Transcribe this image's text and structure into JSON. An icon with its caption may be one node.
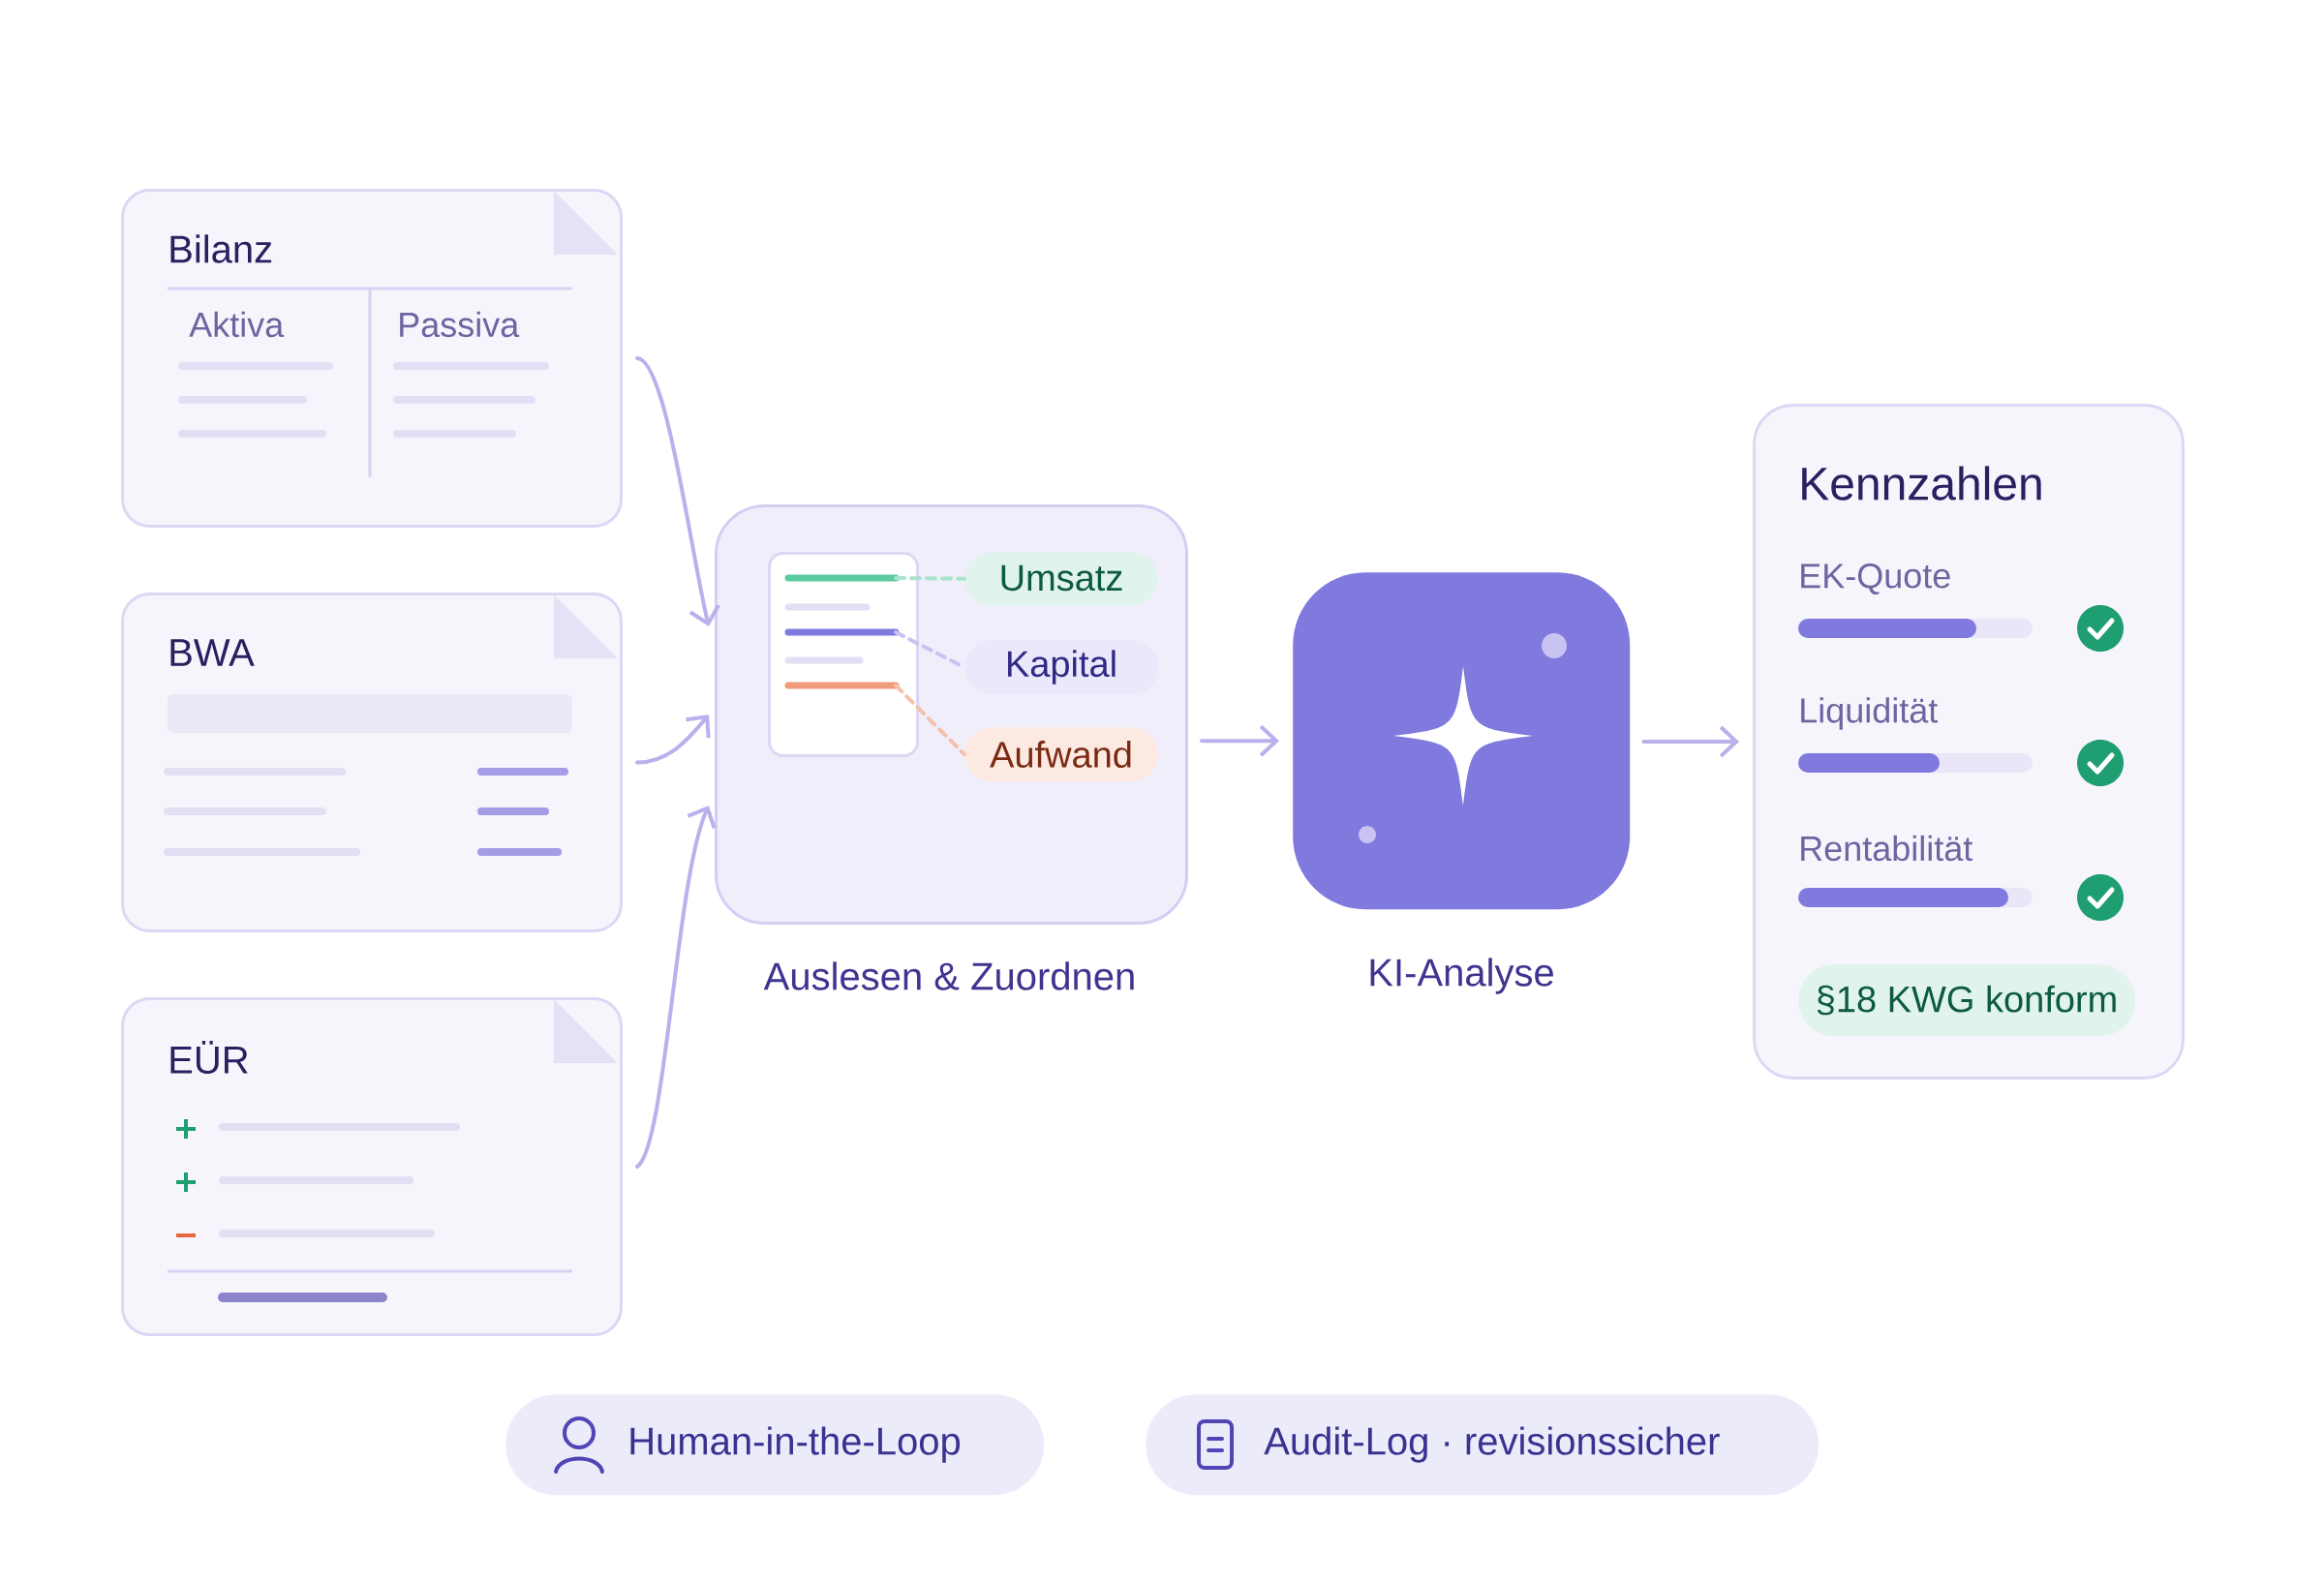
{
  "diagram": {
    "nodes": [
      {
        "text": [
          "Bilanz",
          "Aktiva",
          "Passiva"
        ]
      },
      {
        "text": [
          "BWA"
        ]
      },
      {
        "text": [
          "EÜR"
        ]
      },
      {
        "text": [],
        "shape": "box",
        "beside": [
          "Auslesen & Zuordnen"
        ]
      },
      {
        "text": [],
        "shape": "box",
        "in": 3
      },
      {
        "text": [
          "Umsatz"
        ],
        "in": 3
      },
      {
        "text": [
          "Kapital"
        ],
        "in": 3
      },
      {
        "text": [
          "Aufwand"
        ],
        "in": 3
      },
      {
        "text": [],
        "shape": "box",
        "beside": [
          "KI-Analyse"
        ]
      },
      {
        "text": [
          "Kennzahlen",
          "EK-Quote",
          "Liquidität",
          "Rentabilität"
        ]
      },
      {
        "text": [
          "§18 KWG konform"
        ],
        "in": 9
      },
      {
        "text": [
          "Human-in-the-Loop"
        ]
      },
      {
        "text": [
          "Audit-Log · revisionssicher"
        ]
      }
    ],
    "edges": [
      {
        "from": 0,
        "to": 3,
        "arrow": "to"
      },
      {
        "from": 1,
        "to": 3,
        "arrow": "to"
      },
      {
        "from": 2,
        "to": 3,
        "arrow": "to"
      },
      {
        "from": 4,
        "to": 5,
        "arrow": "none",
        "style": "dashed",
        "color": "#a8e3cc"
      },
      {
        "from": 4,
        "to": 6,
        "arrow": "none",
        "style": "dashed",
        "color": "#c9c3f2"
      },
      {
        "from": 4,
        "to": 7,
        "arrow": "none",
        "style": "dashed",
        "color": "#f5c1aa"
      },
      {
        "from": 3,
        "to": 8,
        "arrow": "to"
      },
      {
        "from": 8,
        "to": 9,
        "arrow": "to"
      }
    ]
  }
}
